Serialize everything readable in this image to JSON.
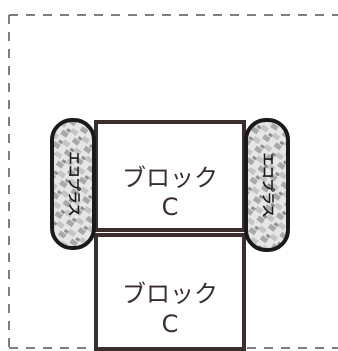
{
  "diagram": {
    "blocks": [
      {
        "line1": "ブロック",
        "line2": "C"
      },
      {
        "line1": "ブロック",
        "line2": "C"
      }
    ],
    "side_labels": [
      {
        "label": "エコプラス"
      },
      {
        "label": "エコプラス"
      }
    ],
    "colors": {
      "outline": "#3a2f2c",
      "dashed_border": "#555555",
      "pad_pattern_light": "#e6e6e6",
      "pad_pattern_dark": "#9a9a9a"
    }
  }
}
